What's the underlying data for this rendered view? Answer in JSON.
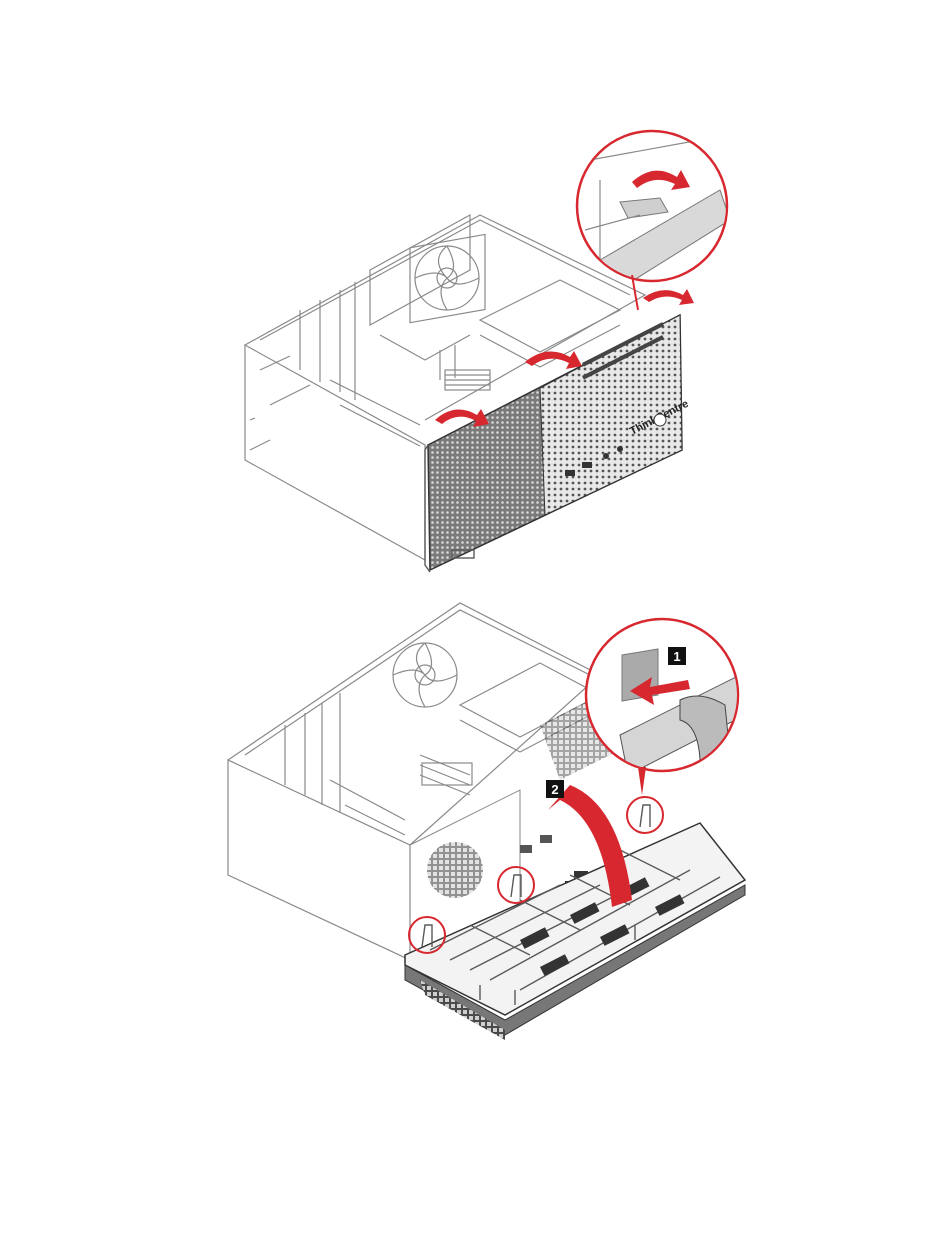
{
  "figures": [
    {
      "id": "bezel-release",
      "brand_text": "ThinkCentre",
      "accent_color": "#d7282f",
      "icons": [
        "curved-arrow-icon",
        "magnifier-callout-icon"
      ]
    },
    {
      "id": "bezel-remove",
      "callouts": [
        "1",
        "2"
      ],
      "accent_color": "#d7282f",
      "icons": [
        "push-arrow-icon",
        "pivot-arrow-icon",
        "tab-circle-icon"
      ]
    }
  ]
}
